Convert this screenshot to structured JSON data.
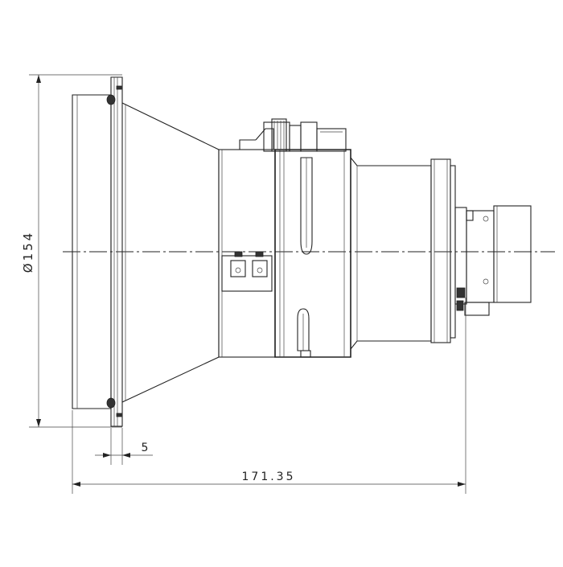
{
  "dimensions": {
    "diameter": "Ø154",
    "flange": "5",
    "total_length": "171.35"
  },
  "colors": {
    "line": "#222222",
    "background": "#ffffff"
  }
}
